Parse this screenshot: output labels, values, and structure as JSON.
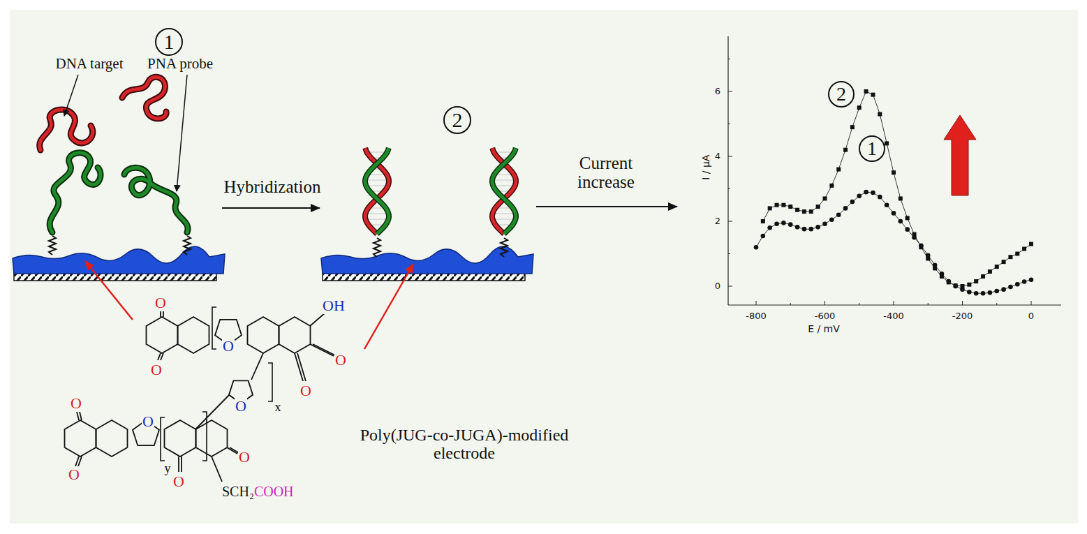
{
  "diagram": {
    "nodes": [
      {
        "text": [
          "1"
        ]
      },
      {
        "text": [
          "2"
        ]
      },
      {
        "text": [
          "2"
        ]
      },
      {
        "text": [
          "1"
        ]
      }
    ],
    "labels": [
      "DNA target",
      "PNA probe",
      "Hybridization",
      "Current increase",
      "6",
      "4",
      "2",
      "0",
      "I / μA",
      "-800",
      "-600",
      "-400",
      "-200",
      "0",
      "E / mV",
      "O",
      "OH",
      "O",
      "O",
      "O",
      "O",
      "x",
      "O",
      "O",
      "O",
      "O",
      "y",
      "O",
      "O",
      "SCH₂",
      "COOH",
      "Poly(JUG-co-JUGA)-modified electrode"
    ]
  }
}
